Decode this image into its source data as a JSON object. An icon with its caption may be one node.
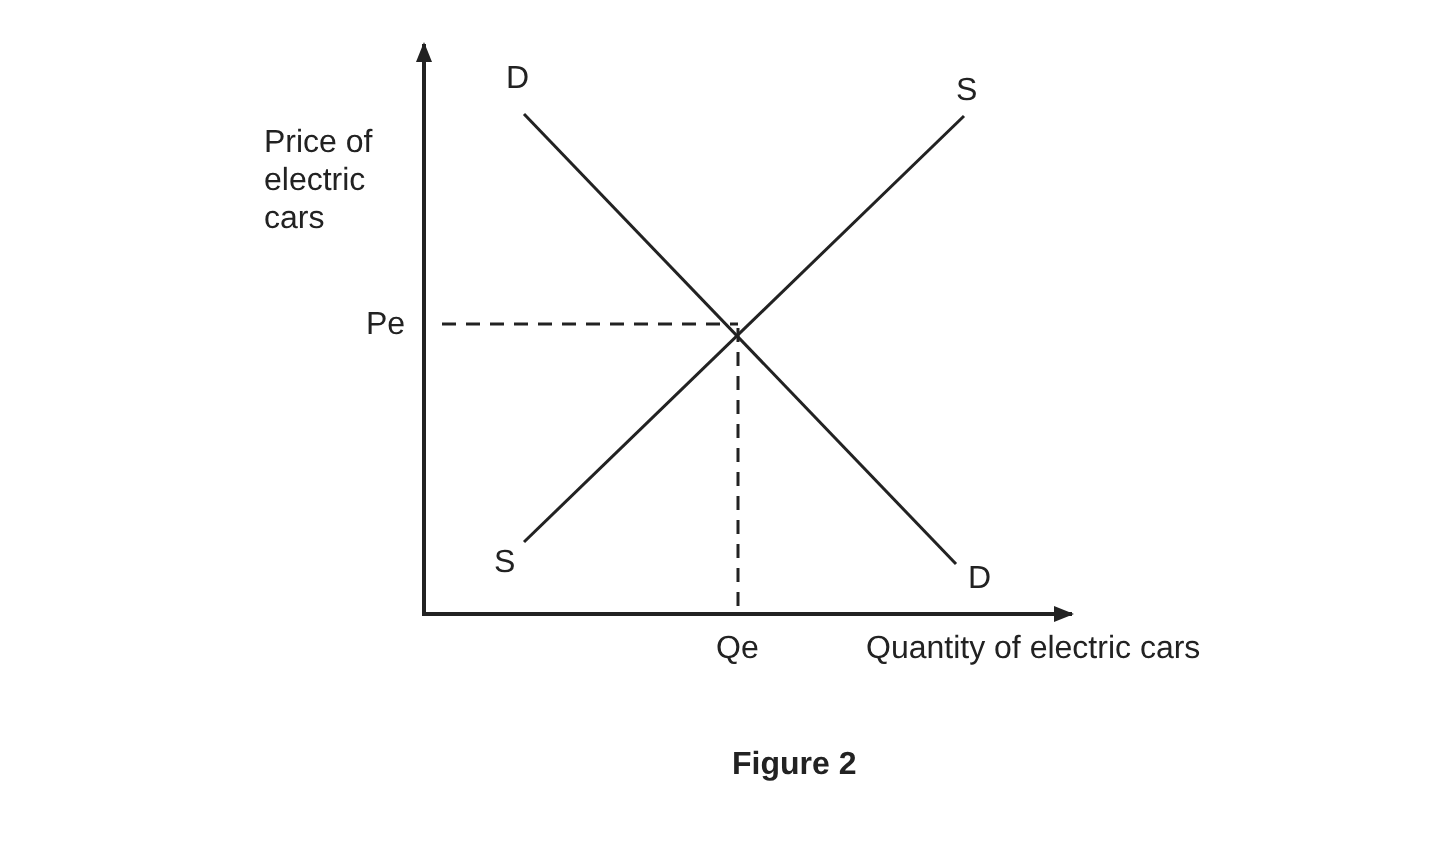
{
  "diagram": {
    "caption": "Figure 2",
    "labels": [
      "Price of electric cars",
      "Pe",
      "D",
      "S",
      "S",
      "D",
      "Qe",
      "Quantity of electric cars"
    ]
  }
}
